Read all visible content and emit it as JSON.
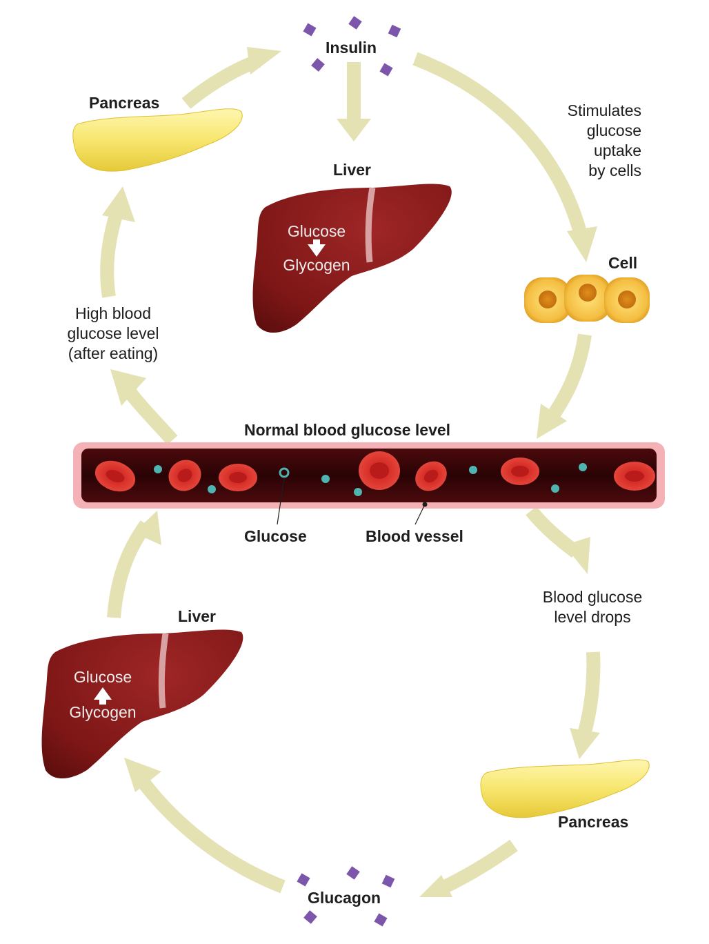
{
  "labels": {
    "insulin": "Insulin",
    "glucagon": "Glucagon",
    "pancreas_top": "Pancreas",
    "pancreas_bottom": "Pancreas",
    "liver_top": "Liver",
    "liver_bottom": "Liver",
    "cell": "Cell",
    "stimulates": "Stimulates\nglucose\nuptake\nby cells",
    "high_blood": "High blood\nglucose level\n(after eating)",
    "normal_level": "Normal blood glucose level",
    "glucose_pointer": "Glucose",
    "blood_vessel": "Blood vessel",
    "level_drops": "Blood glucose\nlevel drops",
    "liver_top_from": "Glucose",
    "liver_top_to": "Glycogen",
    "liver_bottom_from": "Glucose",
    "liver_bottom_to": "Glycogen"
  },
  "colors": {
    "arrow": "#e5e2b4",
    "liver": "#8e1c1c",
    "pancreas": "#f5e36a",
    "cell": "#f3c24c",
    "vessel_wall": "#f2aab0",
    "vessel_lumen": "#3a0608",
    "red_cell": "#d42a25",
    "glucose_dot": "#4fb3b0",
    "hormone": "#7a54a8"
  },
  "icons": {
    "pancreas": "pancreas-icon",
    "liver": "liver-icon",
    "cell": "cell-cluster-icon",
    "hormone": "hormone-molecule-icon",
    "vessel": "blood-vessel-icon"
  }
}
